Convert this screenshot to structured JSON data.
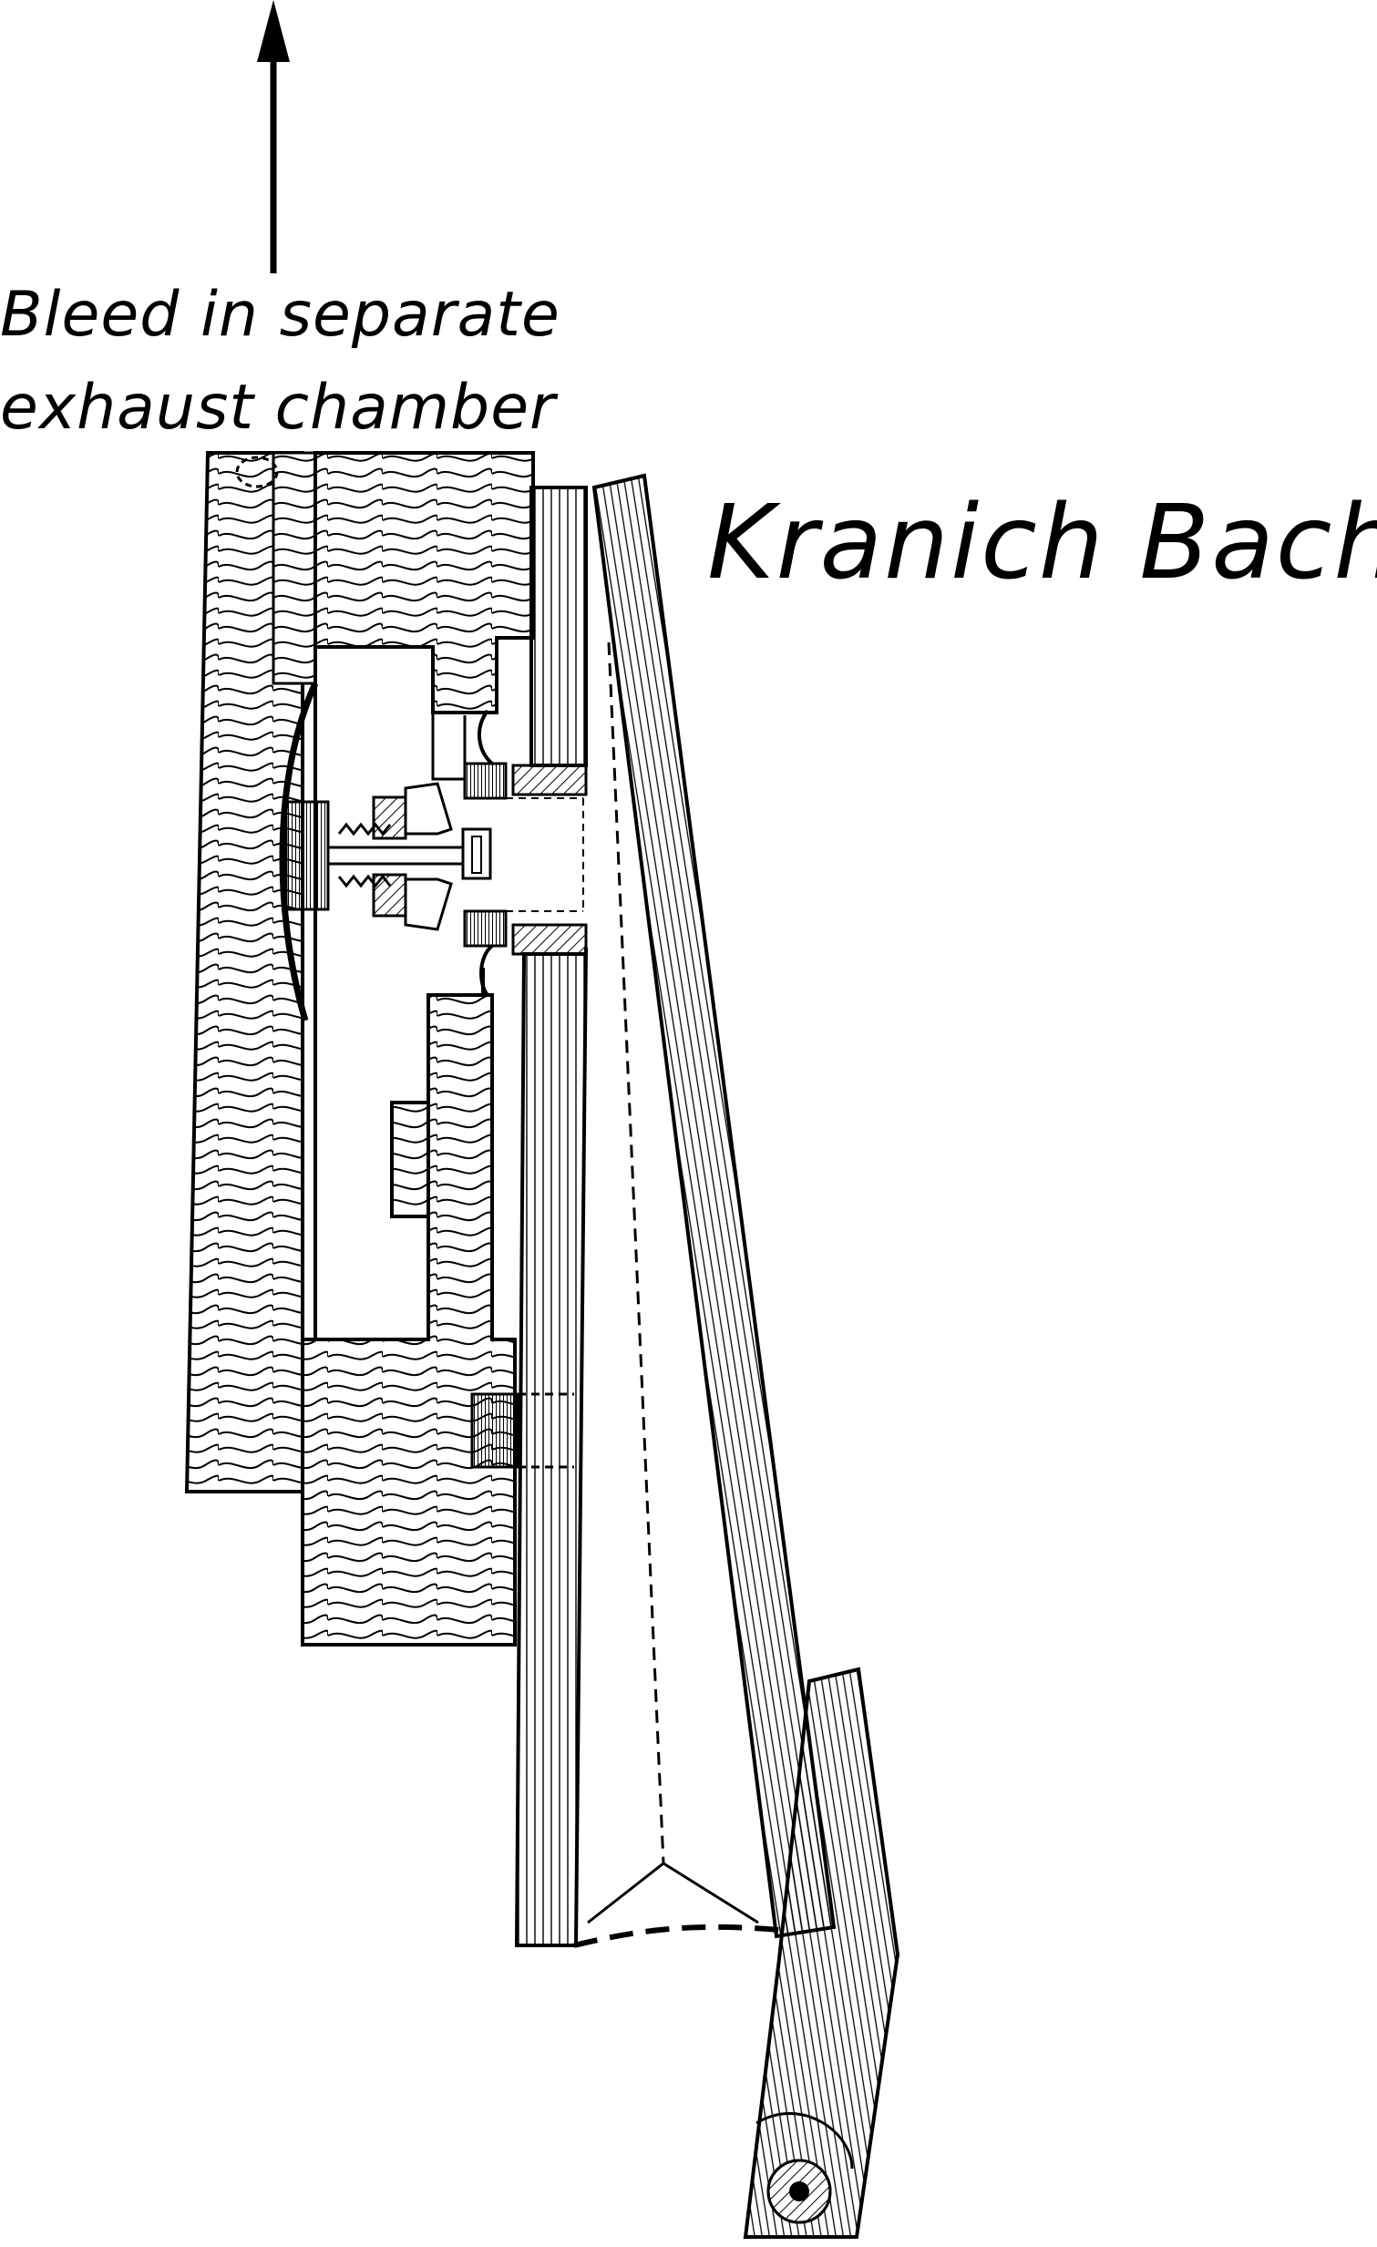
{
  "annotation": {
    "line1": "Bleed in separate",
    "line2": "exhaust chamber"
  },
  "title": "Kranich Bach",
  "colors": {
    "ink": "#000000",
    "paper": "#ffffff"
  }
}
